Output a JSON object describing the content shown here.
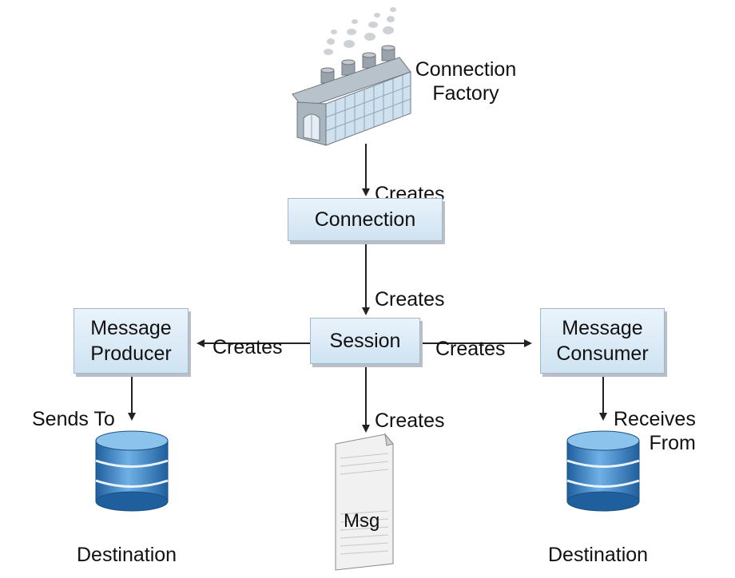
{
  "factory": {
    "label": "Connection\nFactory",
    "icon": "factory-icon"
  },
  "connection": {
    "label": "Connection"
  },
  "session": {
    "label": "Session"
  },
  "producer": {
    "label": "Message\nProducer"
  },
  "consumer": {
    "label": "Message\nConsumer"
  },
  "edges": {
    "factory_to_connection": "Creates",
    "connection_to_session": "Creates",
    "session_to_producer": "Creates",
    "session_to_consumer": "Creates",
    "session_to_message": "Creates",
    "producer_to_destination": "Sends To",
    "destination_to_consumer": "Receives\nFrom"
  },
  "message": {
    "label": "Msg",
    "icon": "document-icon"
  },
  "destination_left": {
    "label": "Destination",
    "icon": "database-icon"
  },
  "destination_right": {
    "label": "Destination",
    "icon": "database-icon"
  },
  "colors": {
    "node_fill": "#dbeaf6",
    "node_border": "#9fb8cc",
    "db_blue": "#3a7fc0",
    "arrow": "#222222"
  }
}
